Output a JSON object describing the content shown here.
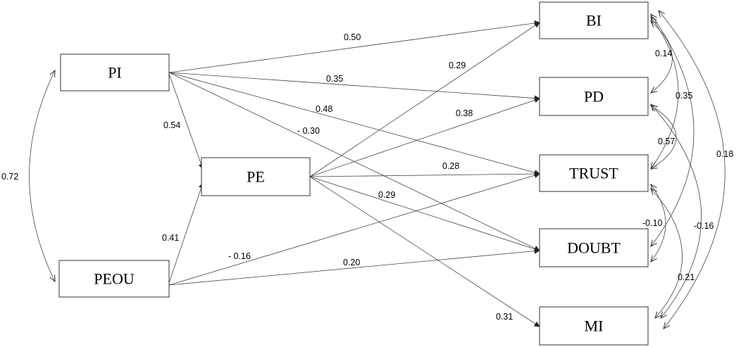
{
  "nodes": {
    "PI": "PI",
    "PEOU": "PEOU",
    "PE": "PE",
    "BI": "BI",
    "PD": "PD",
    "TRUST": "TRUST",
    "DOUBT": "DOUBT",
    "MI": "MI"
  },
  "paths": [
    {
      "from": "PI",
      "to": "BI",
      "coef": "0.50"
    },
    {
      "from": "PI",
      "to": "PD",
      "coef": "0.35"
    },
    {
      "from": "PI",
      "to": "TRUST",
      "coef": "0.48"
    },
    {
      "from": "PI",
      "to": "DOUBT",
      "coef": "- 0.30"
    },
    {
      "from": "PI",
      "to": "PE",
      "coef": "0.54"
    },
    {
      "from": "PEOU",
      "to": "PE",
      "coef": "0.41"
    },
    {
      "from": "PEOU",
      "to": "TRUST",
      "coef": "- 0.16"
    },
    {
      "from": "PEOU",
      "to": "DOUBT",
      "coef": "0.20"
    },
    {
      "from": "PE",
      "to": "BI",
      "coef": "0.29"
    },
    {
      "from": "PE",
      "to": "PD",
      "coef": "0.38"
    },
    {
      "from": "PE",
      "to": "TRUST",
      "coef": "0.28"
    },
    {
      "from": "PE",
      "to": "DOUBT",
      "coef": "0.29"
    },
    {
      "from": "PE",
      "to": "MI",
      "coef": "0.31"
    }
  ],
  "correlations": [
    {
      "a": "PI",
      "b": "PEOU",
      "coef": "0.72"
    },
    {
      "a": "BI",
      "b": "PD",
      "coef": "0.14"
    },
    {
      "a": "BI",
      "b": "TRUST",
      "coef": "0.35"
    },
    {
      "a": "BI",
      "b": "DOUBT",
      "coef": "0.18"
    },
    {
      "a": "BI",
      "b": "MI",
      "coef": ""
    },
    {
      "a": "PD",
      "b": "TRUST",
      "coef": "0.57"
    },
    {
      "a": "PD",
      "b": "MI",
      "coef": "-0.16"
    },
    {
      "a": "TRUST",
      "b": "DOUBT",
      "coef": "-0.10"
    },
    {
      "a": "TRUST",
      "b": "MI",
      "coef": "0.21"
    }
  ]
}
